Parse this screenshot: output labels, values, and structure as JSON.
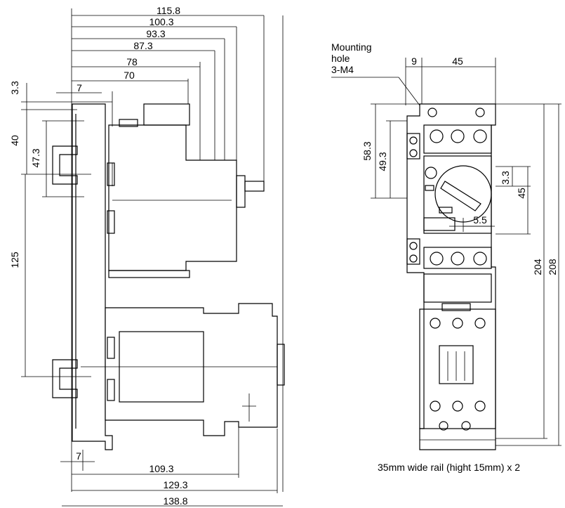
{
  "side_view": {
    "top_dims": [
      "115.8",
      "100.3",
      "93.3",
      "87.3",
      "78",
      "70"
    ],
    "left_dims": [
      "3.3",
      "40",
      "47.3",
      "125"
    ],
    "top_small": "7",
    "bottom_small": "7",
    "bottom_dims": [
      "109.3",
      "129.3",
      "138.8"
    ]
  },
  "front_view": {
    "mounting_label": [
      "Mounting",
      "hole",
      "3-M4"
    ],
    "top_dims": [
      "9",
      "45"
    ],
    "left_dims": [
      "58.3",
      "49.3"
    ],
    "inner_dims": [
      "3.3",
      "45",
      "5.5"
    ],
    "right_dims": [
      "204",
      "208"
    ]
  },
  "note": "35mm wide rail (hight 15mm) x 2"
}
